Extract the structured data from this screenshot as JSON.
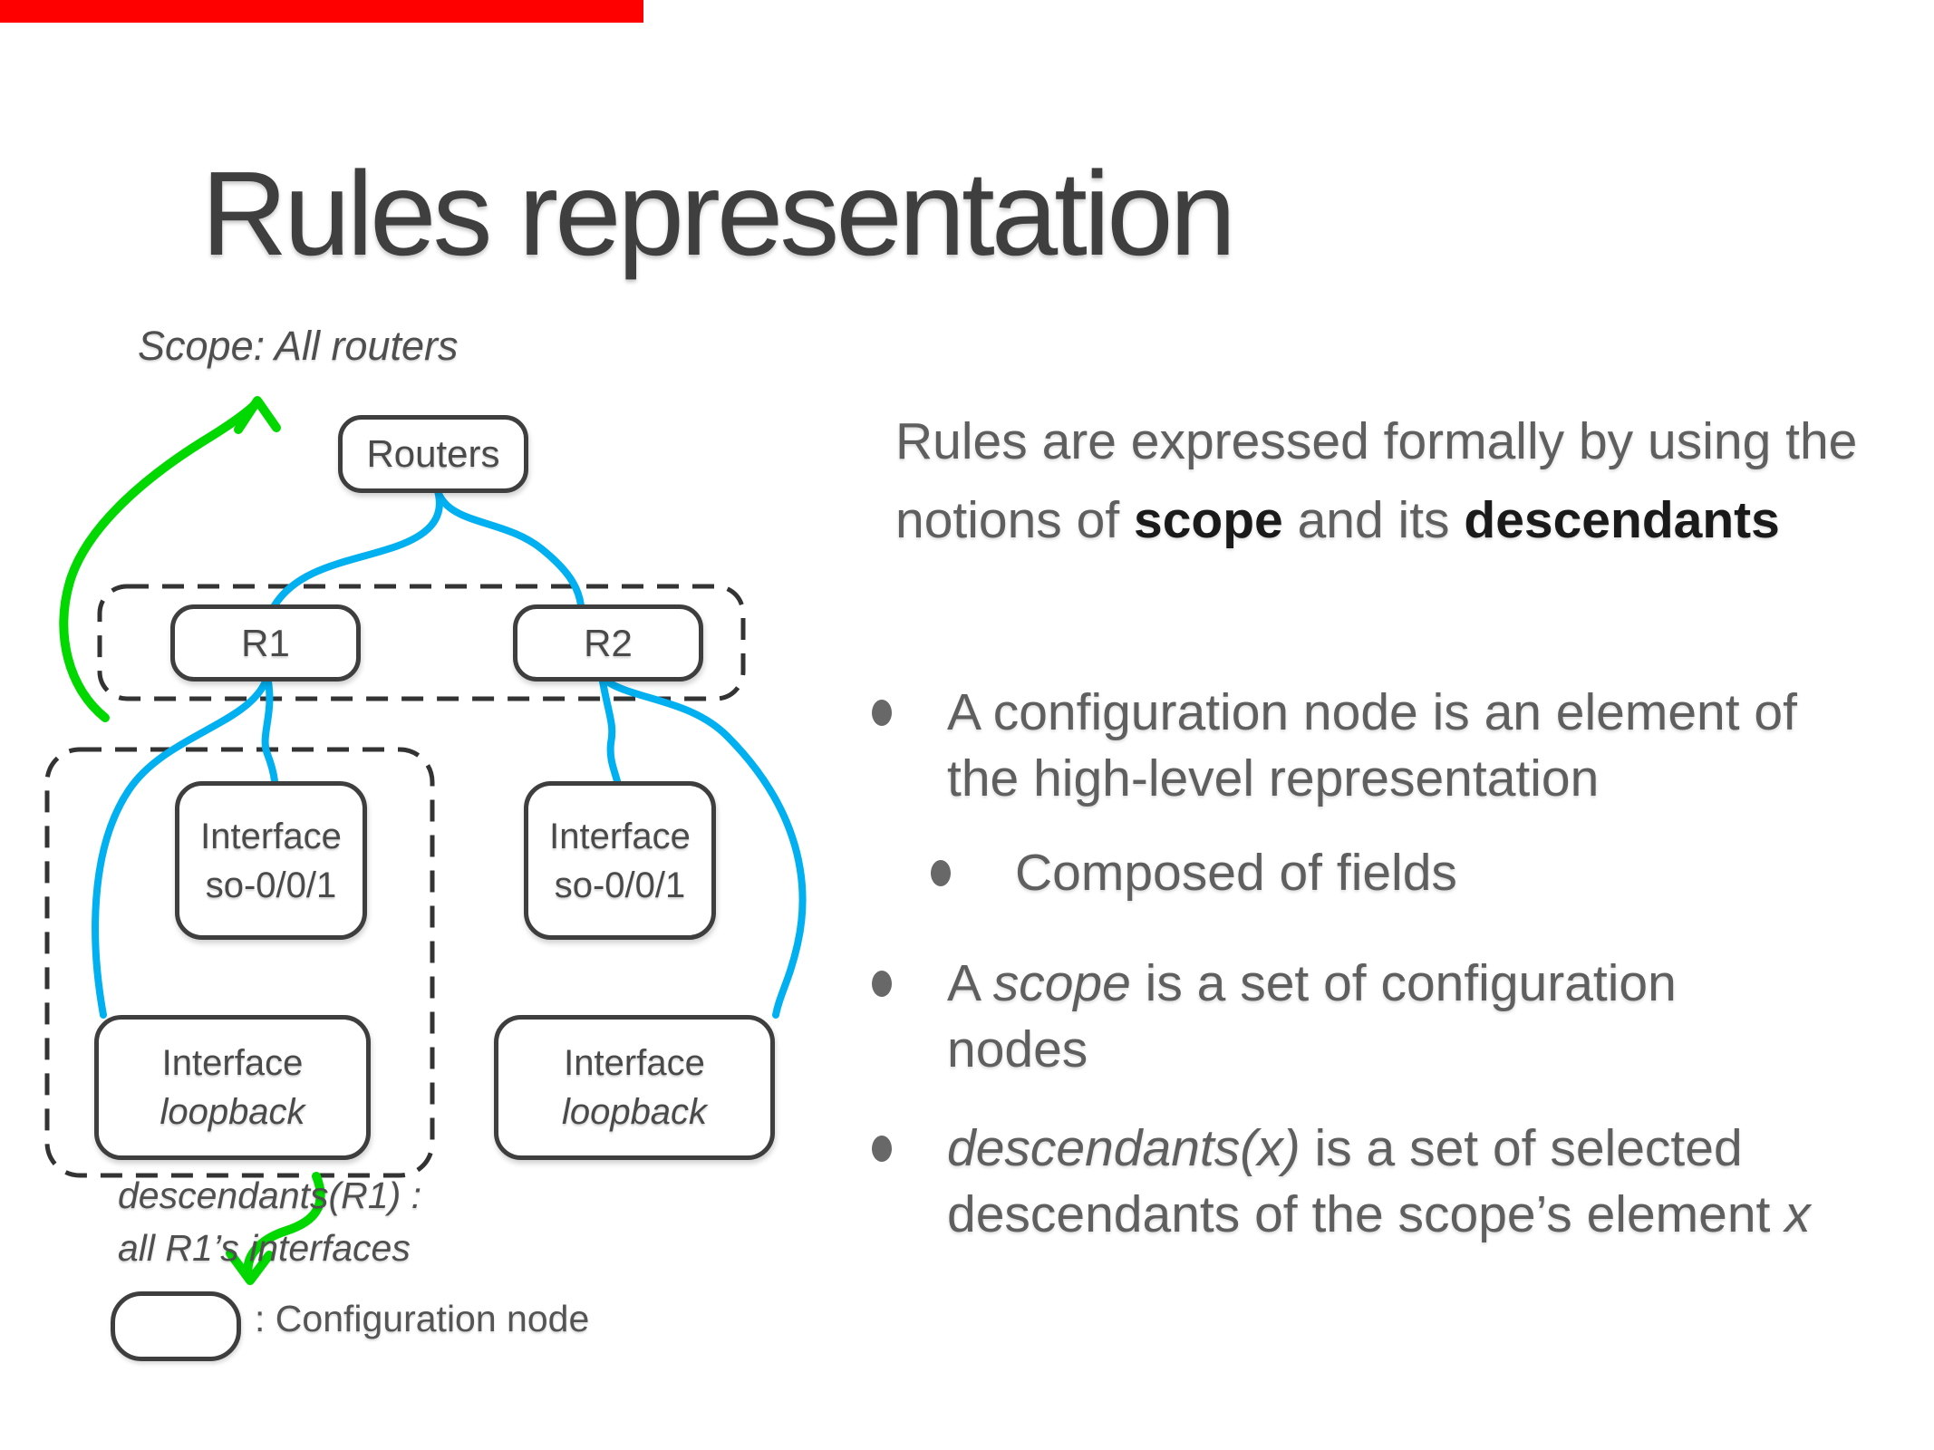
{
  "colors": {
    "progress_bar": "#fe0000",
    "scope_arrow_green": "#00d800",
    "tree_edge_blue": "#00b0f0",
    "node_border": "#3e3e3e",
    "title_text": "#3f3f3f",
    "body_text": "#5f5f5f",
    "emphasis_text": "#1a1a1a"
  },
  "title": "Rules representation",
  "diagram": {
    "scope_label": "Scope: All routers",
    "nodes": {
      "routers": "Routers",
      "r1": "R1",
      "r2": "R2",
      "r1_if_so_line1": "Interface",
      "r1_if_so_line2": "so-0/0/1",
      "r2_if_so_line1": "Interface",
      "r2_if_so_line2": "so-0/0/1",
      "r1_if_lo_line1": "Interface",
      "r1_if_lo_line2": "loopback",
      "r2_if_lo_line1": "Interface",
      "r2_if_lo_line2": "loopback"
    },
    "descendants_label_line1": "descendants(R1) :",
    "descendants_label_line2": "all R1’s interfaces",
    "legend_label": ": Configuration node"
  },
  "content": {
    "intro": {
      "part1": "Rules are expressed formally by using the notions of ",
      "bold1": "scope",
      "part2": " and its ",
      "bold2": "descendants"
    },
    "bullet1": "A configuration node is an element of the high-level representation",
    "sub_bullet": "Composed of fields",
    "bullet2": {
      "part1": "A ",
      "italic1": "scope",
      "part2": " is a set of configuration nodes"
    },
    "bullet3": {
      "italic1": "descendants(x)",
      "part1": " is a set of selected descendants of the scope’s element ",
      "italic2": "x"
    }
  }
}
